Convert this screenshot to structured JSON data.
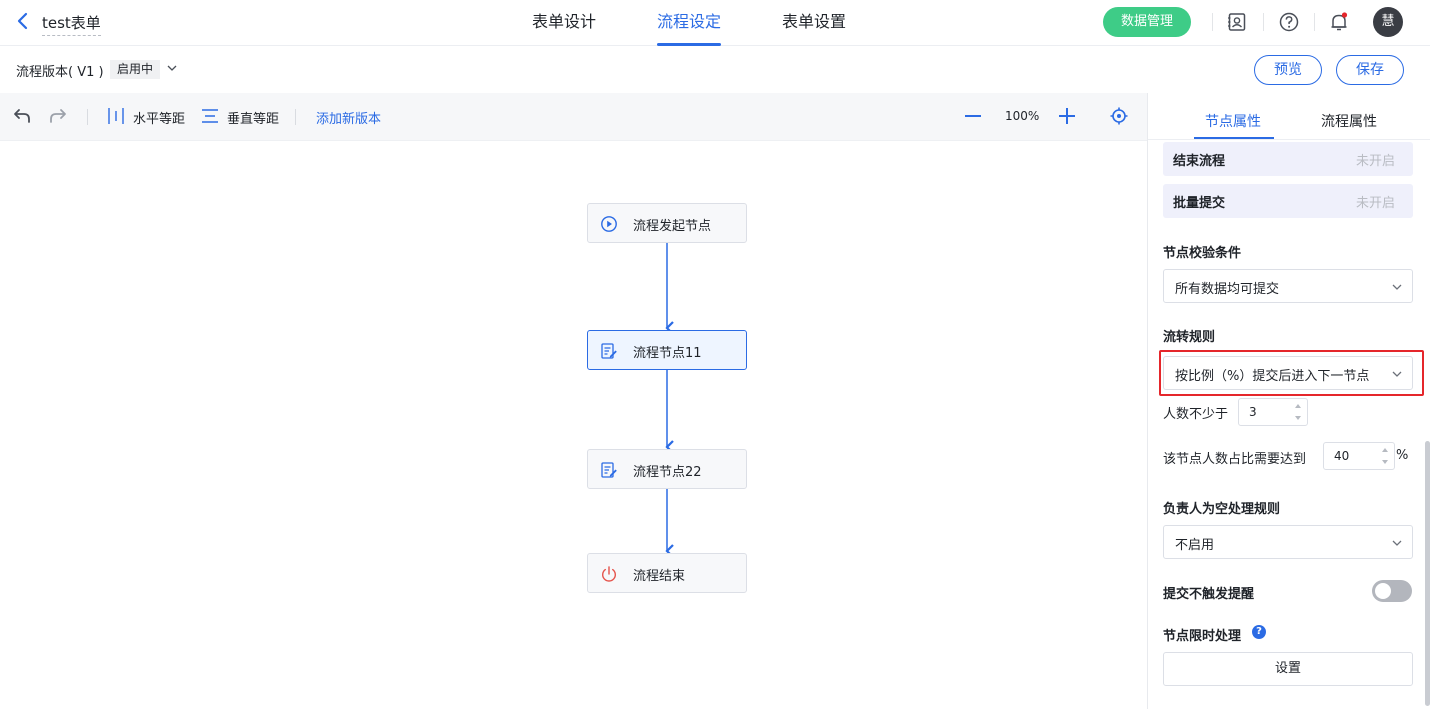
{
  "header": {
    "form_title": "test表单",
    "tabs": [
      {
        "label": "表单设计"
      },
      {
        "label": "流程设定"
      },
      {
        "label": "表单设置"
      }
    ],
    "active_tab": 1,
    "data_button": "数据管理",
    "avatar_text": "慧"
  },
  "subbar": {
    "version_label": "流程版本( V1 )",
    "version_status": "启用中",
    "preview_button": "预览",
    "save_button": "保存"
  },
  "toolbar": {
    "horizontal_spacing": "水平等距",
    "vertical_spacing": "垂直等距",
    "add_version": "添加新版本",
    "zoom": "100%"
  },
  "flow": {
    "nodes": [
      {
        "label": "流程发起节点",
        "icon": "play-circle-icon"
      },
      {
        "label": "流程节点11",
        "icon": "edit-document-icon"
      },
      {
        "label": "流程节点22",
        "icon": "edit-document-icon"
      },
      {
        "label": "流程结束",
        "icon": "power-icon"
      }
    ],
    "selected_index": 1
  },
  "panel": {
    "tabs": [
      "节点属性",
      "流程属性"
    ],
    "active_tab": 0,
    "end_flow": {
      "label": "结束流程",
      "value": "未开启"
    },
    "batch_submit": {
      "label": "批量提交",
      "value": "未开启"
    },
    "validation": {
      "title": "节点校验条件",
      "value": "所有数据均可提交"
    },
    "transfer": {
      "title": "流转规则",
      "value": "按比例（%）提交后进入下一节点"
    },
    "min_people": {
      "label": "人数不少于",
      "value": "3"
    },
    "ratio": {
      "label": "该节点人数占比需要达到",
      "value": "40",
      "unit": "%"
    },
    "empty_owner": {
      "title": "负责人为空处理规则",
      "value": "不启用"
    },
    "no_reminder": {
      "title": "提交不触发提醒",
      "enabled": false
    },
    "time_limit": {
      "title": "节点限时处理",
      "button": "设置"
    }
  },
  "colors": {
    "accent": "#2b6be4",
    "data_button": "#3ecc87",
    "highlight": "#e5262b",
    "end_icon": "#e5534b"
  }
}
